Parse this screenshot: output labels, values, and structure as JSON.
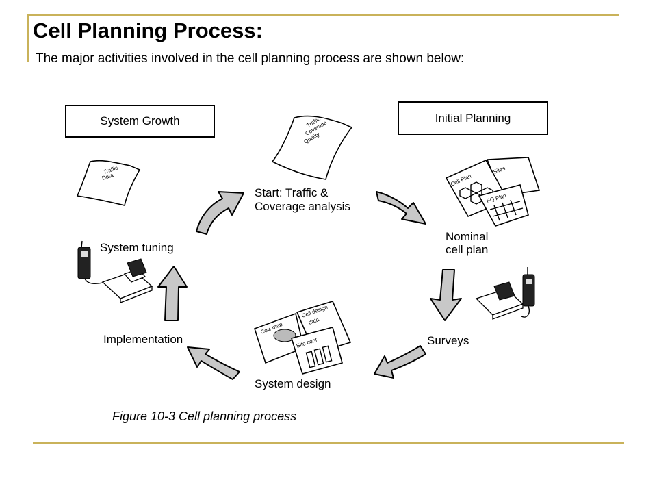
{
  "slide": {
    "title": "Cell Planning Process:",
    "subtitle": "The major activities involved in the cell planning process are shown below:",
    "accent_color": "#c9b25a"
  },
  "diagram": {
    "boxes": {
      "system_growth": "System Growth",
      "initial_planning": "Initial Planning"
    },
    "steps": {
      "start_line1": "Start: Traffic &",
      "start_line2": "Coverage analysis",
      "nominal_line1": "Nominal",
      "nominal_line2": "cell plan",
      "surveys": "Surveys",
      "system_design": "System design",
      "implementation": "Implementation",
      "system_tuning": "System tuning"
    },
    "document_labels": {
      "traffic_data_1": "Traffic",
      "traffic_data_2": "Data",
      "tcq_1": "Traffic",
      "tcq_2": "Coverage",
      "tcq_3": "Quality",
      "cell_plan": "Cell Plan",
      "sites": "Sites",
      "fq_plan": "FQ Plan",
      "cov_map": "Cov. map",
      "cell_design_1": "Cell design",
      "cell_design_2": "data",
      "site_conf": "Site conf."
    },
    "caption": "Figure 10-3 Cell planning process"
  }
}
